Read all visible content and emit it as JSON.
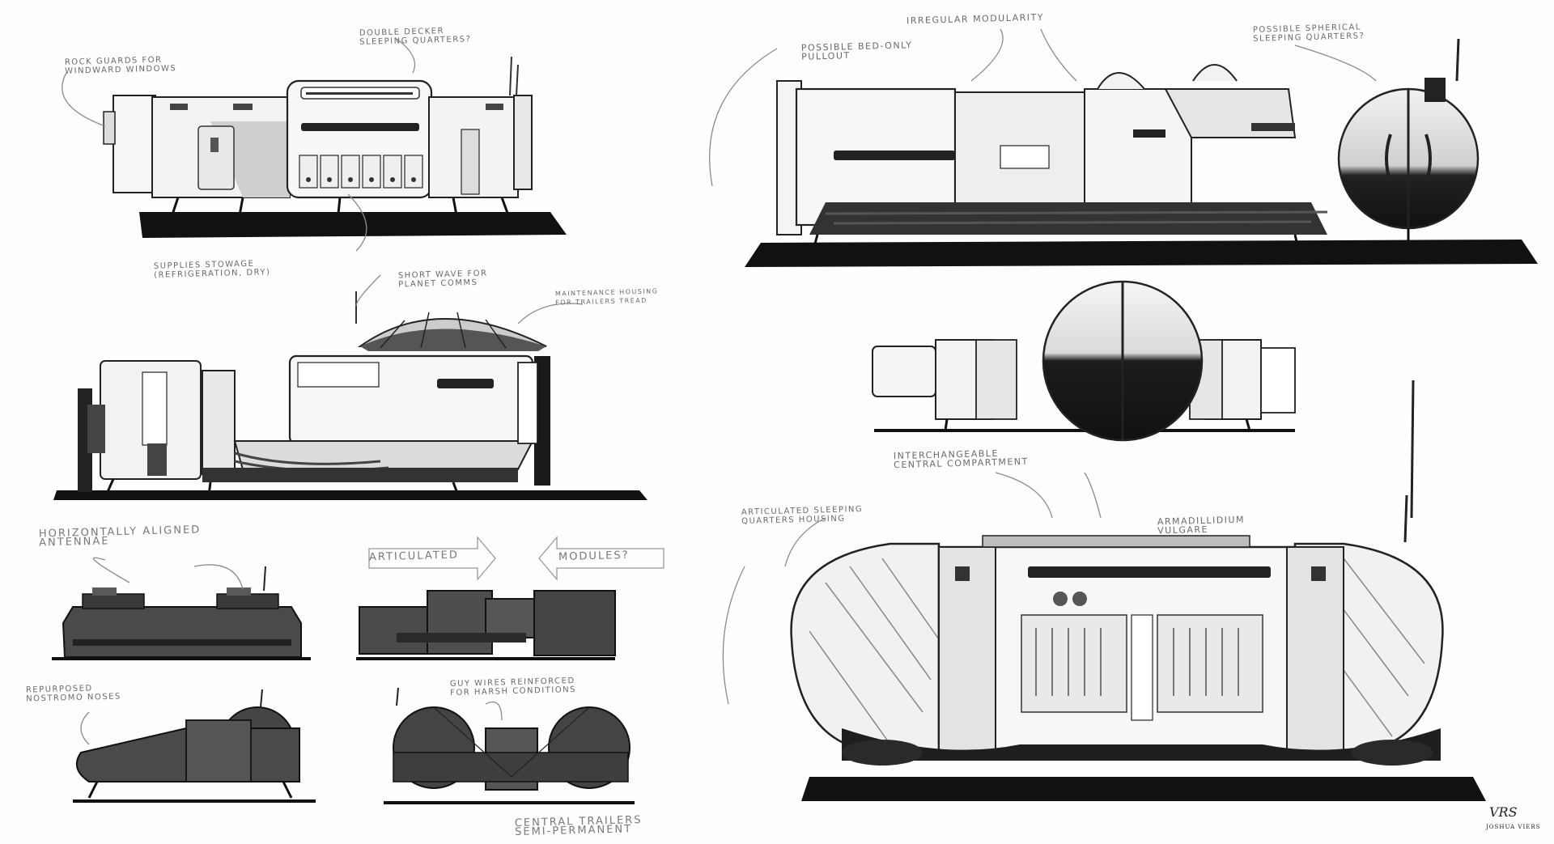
{
  "notes": {
    "rock_guards": "ROCK GUARDS FOR\nWINDWARD WINDOWS",
    "double_decker": "DOUBLE DECKER\nSLEEPING QUARTERS?",
    "supplies_stowage": "SUPPLIES STOWAGE\n(REFRIGERATION, DRY)",
    "short_wave": "SHORT WAVE FOR\nPLANET COMMS",
    "maintenance_housing": "MAINTENANCE HOUSING\nFOR TRAILERS TREAD",
    "horizontal_antennae": "HORIZONTALLY ALIGNED\nANTENNAE",
    "articulated": "ARTICULATED",
    "modules": "MODULES?",
    "repurposed_nostromo": "REPURPOSED\nNOSTROMO NOSES",
    "guy_wires": "GUY WIRES REINFORCED\nFOR HARSH CONDITIONS",
    "central_trailers": "CENTRAL TRAILERS\nSEMI-PERMANENT",
    "irregular_modularity": "IRREGULAR MODULARITY",
    "possible_spherical": "POSSIBLE SPHERICAL\nSLEEPING QUARTERS?",
    "possible_bed_pullout": "POSSIBLE BED-ONLY\nPULLOUT",
    "interchangeable": "INTERCHANGEABLE\nCENTRAL COMPARTMENT",
    "articulated_sleeping": "ARTICULATED SLEEPING\nQUARTERS HOUSING",
    "armadillidium": "ARMADILLIDIUM\nVULGARE"
  },
  "signature": {
    "initials": "VRS",
    "name": "JOSHUA VIERS"
  },
  "colors": {
    "ink": "#1a1a1a",
    "dark_panel": "#4a4a4a",
    "mid_gray": "#b8b8b8",
    "light_gray": "#e4e4e4",
    "annotation": "#8a8a8a"
  }
}
